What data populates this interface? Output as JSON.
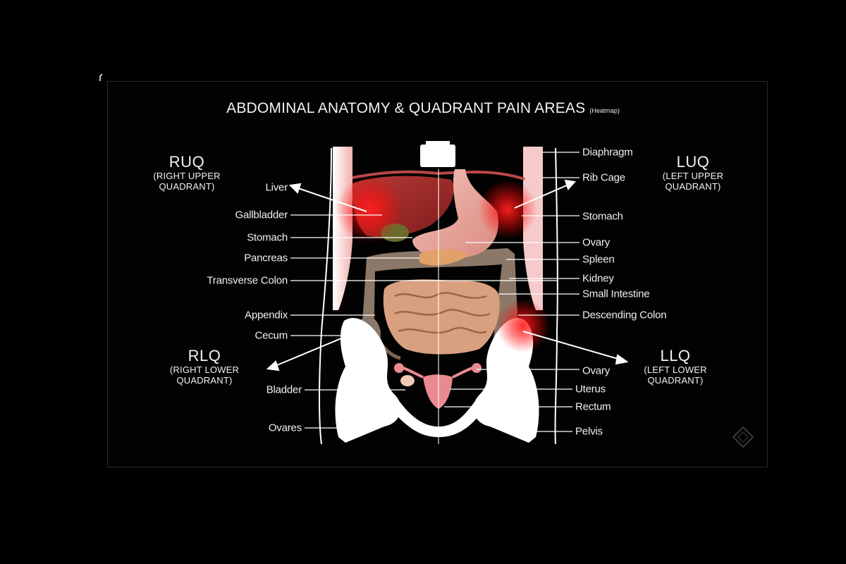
{
  "title": {
    "main": "ABDOMINAL ANATOMY & QUADRANT PAIN AREAS",
    "sub": "(Heatmap)"
  },
  "quadrants": {
    "ruq": {
      "code": "RUQ",
      "line1": "(RIGHT UPPER",
      "line2": "QUADRANT)"
    },
    "luq": {
      "code": "LUQ",
      "line1": "(LEFT UPPER",
      "line2": "QUADRANT)"
    },
    "rlq": {
      "code": "RLQ",
      "line1": "(RIGHT LOWER",
      "line2": "QUADRANT)"
    },
    "llq": {
      "code": "LLQ",
      "line1": "(LEFT LOWER",
      "line2": "QUADRANT)"
    }
  },
  "labels_left": [
    "Liver",
    "Gallbladder",
    "Stomach",
    "Pancreas",
    "Transverse Colon",
    "Appendix",
    "Cecum",
    "Bladder",
    "Ovares"
  ],
  "labels_right": [
    "Diaphragm",
    "Rib Cage",
    "Stomach",
    "Ovary",
    "Spleen",
    "Kidney",
    "Small Intestine",
    "Descending Colon",
    "Ovary",
    "Uterus",
    "Rectum",
    "Pelvis"
  ],
  "colors": {
    "background": "#000000",
    "liver": "#a32a2a",
    "stomach": "#e7a59c",
    "intestine": "#d99f7e",
    "colon": "#8a7565",
    "bone": "#ffffff",
    "heat": "#ff1a1a",
    "uterus": "#e98a92"
  },
  "icons": [
    "arrow-icon",
    "logo-diamond-icon"
  ]
}
